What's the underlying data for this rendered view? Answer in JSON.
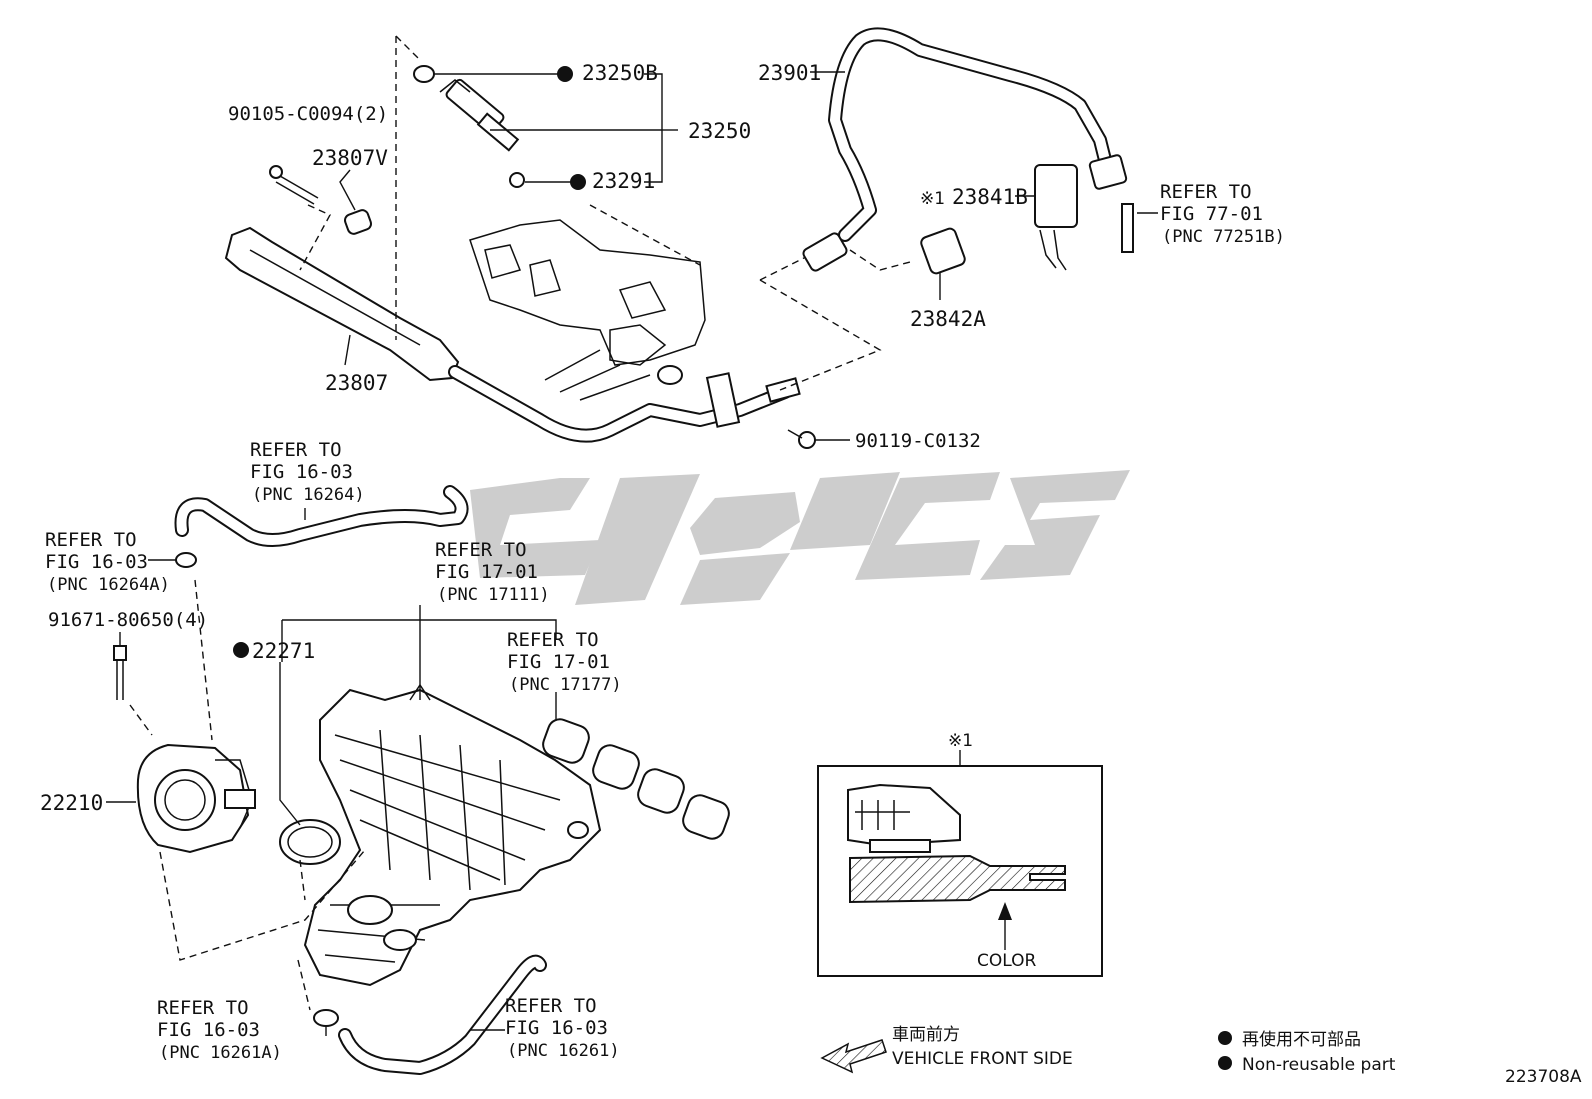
{
  "diagram_id": "223708A",
  "parts": {
    "p90105": "90105-C0094(2)",
    "p23807V": "23807V",
    "p23807": "23807",
    "p23250B": "23250B",
    "p23250": "23250",
    "p23291": "23291",
    "p23901": "23901",
    "p23841B": "23841B",
    "p23841B_mark": "※1",
    "p23842A": "23842A",
    "p90119": "90119-C0132",
    "p22271": "22271",
    "p91671": "91671-80650(4)",
    "p22210": "22210"
  },
  "refs": {
    "fig77": {
      "l1": "REFER TO",
      "l2": "FIG 77-01",
      "l3": "(PNC 77251B)"
    },
    "fig16_16264": {
      "l1": "REFER TO",
      "l2": "FIG 16-03",
      "l3": "(PNC 16264)"
    },
    "fig16_16264A": {
      "l1": "REFER TO",
      "l2": "FIG 16-03",
      "l3": "(PNC 16264A)"
    },
    "fig17_17111": {
      "l1": "REFER TO",
      "l2": "FIG 17-01",
      "l3": "(PNC 17111)"
    },
    "fig17_17177": {
      "l1": "REFER TO",
      "l2": "FIG 17-01",
      "l3": "(PNC 17177)"
    },
    "fig16_16261A": {
      "l1": "REFER TO",
      "l2": "FIG 16-03",
      "l3": "(PNC 16261A)"
    },
    "fig16_16261": {
      "l1": "REFER TO",
      "l2": "FIG 16-03",
      "l3": "(PNC 16261)"
    }
  },
  "inset": {
    "mark": "※1",
    "color_label": "COLOR"
  },
  "front": {
    "jp": "車両前方",
    "en": "VEHICLE FRONT SIDE"
  },
  "legend": {
    "jp": "再使用不可部品",
    "en": "Non-reusable part"
  }
}
